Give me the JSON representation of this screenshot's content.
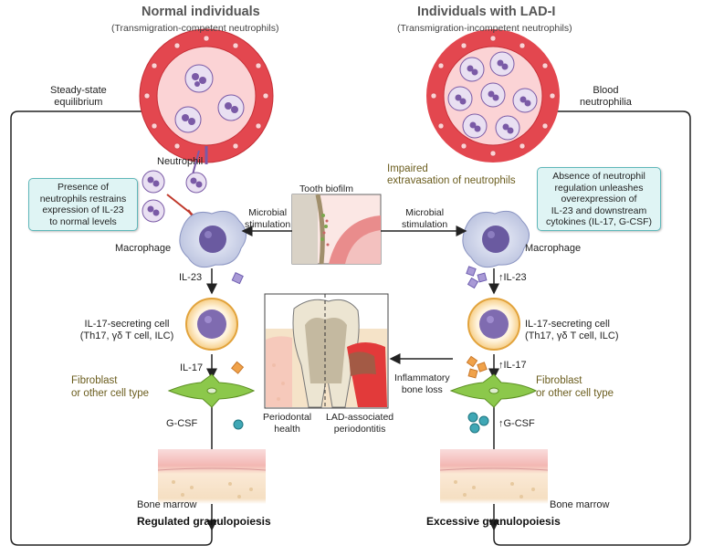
{
  "left": {
    "title": "Normal individuals",
    "subtitle": "(Transmigration-competent neutrophils)",
    "steady_state": "Steady-state\nequilibrium",
    "neutrophil": "Neutrophil",
    "box": "Presence of\nneutrophils restrains\nexpression of IL-23\nto normal levels",
    "microbial": "Microbial\nstimulation",
    "macrophage": "Macrophage",
    "il23": "IL-23",
    "il17_cell": "IL-17-secreting cell",
    "il17_cell_types": "(Th17, γδ T cell, ILC)",
    "il17": "IL-17",
    "fibroblast": "Fibroblast\nor other cell type",
    "gcsf": "G-CSF",
    "bone_marrow": "Bone marrow",
    "outcome": "Regulated granulopoiesis"
  },
  "right": {
    "title": "Individuals with LAD-I",
    "subtitle": "(Transmigration-incompetent neutrophils)",
    "blood": "Blood\nneutrophilia",
    "impaired": "Impaired\nextravasation of neutrophils",
    "box": "Absence of neutrophil\nregulation unleashes\noverexpression of\nIL-23 and downstream\ncytokines (IL-17, G-CSF)",
    "microbial": "Microbial\nstimulation",
    "macrophage": "Macrophage",
    "il23": "↑IL-23",
    "il17_cell": "IL-17-secreting cell",
    "il17_cell_types": "(Th17, γδ T cell, ILC)",
    "il17": "↑IL-17",
    "fibroblast": "Fibroblast\nor other cell type",
    "gcsf": "↑G-CSF",
    "bone_marrow": "Bone marrow",
    "outcome": "Excessive granulopoiesis"
  },
  "center": {
    "biofilm": "Tooth biofilm",
    "bone_loss": "Inflammatory\nbone loss",
    "health": "Periodontal\nhealth",
    "lad_perio": "LAD-associated\nperiodontitis"
  },
  "colors": {
    "vessel": "#e3474f",
    "lumen": "#fbd3d5",
    "neutrophil": "#7a5aa6",
    "box_fill": "#dff4f4",
    "box_border": "#5fb7b9",
    "il17_cell": "#f3c36a",
    "fibroblast": "#7dbb3a",
    "gcsf": "#3fa7b5",
    "il17": "#f0a24a",
    "il23": "#a99ad6"
  }
}
